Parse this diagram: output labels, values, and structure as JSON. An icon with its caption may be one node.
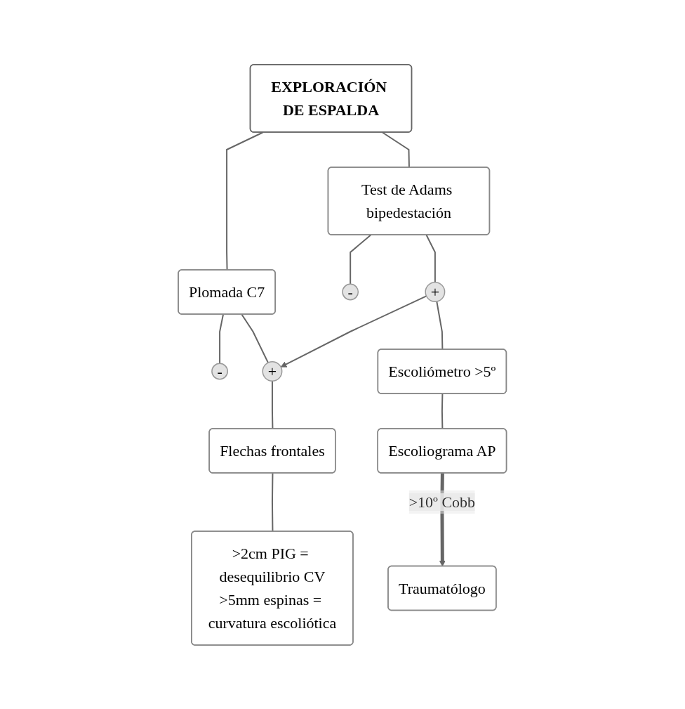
{
  "diagram": {
    "nodes": [
      {
        "text": [
          "EXPLORACIÓN DE ESPALDA"
        ]
      },
      {
        "text": [
          "Test de Adams bipedestación"
        ]
      },
      {
        "text": [
          "Plomada C7"
        ]
      },
      {
        "text": [
          "-"
        ]
      },
      {
        "text": [
          "+"
        ]
      },
      {
        "text": [
          "-"
        ]
      },
      {
        "text": [
          "+"
        ]
      },
      {
        "text": [
          "Escoliómetro >5º"
        ]
      },
      {
        "text": [
          "Escoliograma AP"
        ]
      },
      {
        "text": [
          "Traumatólogo"
        ]
      },
      {
        "text": [
          "Flechas frontales"
        ]
      },
      {
        "text": [
          ">2cm PIG = desequilibrio CV",
          ">5mm espinas = curvatura escoliótica"
        ]
      }
    ],
    "edges": [
      {
        "from": 0,
        "to": 1,
        "arrow": "none"
      },
      {
        "from": 0,
        "to": 2,
        "arrow": "none"
      },
      {
        "from": 1,
        "to": 3,
        "arrow": "none"
      },
      {
        "from": 1,
        "to": 4,
        "arrow": "none"
      },
      {
        "from": 2,
        "to": 5,
        "arrow": "none"
      },
      {
        "from": 2,
        "to": 6,
        "arrow": "none"
      },
      {
        "from": 4,
        "to": 6,
        "arrow": "to"
      },
      {
        "from": 4,
        "to": 7,
        "arrow": "none"
      },
      {
        "from": 7,
        "to": 8,
        "arrow": "none"
      },
      {
        "from": 8,
        "to": 9,
        "arrow": "to",
        "label": ">10º Cobb",
        "style": "thick"
      },
      {
        "from": 6,
        "to": 10,
        "arrow": "none"
      },
      {
        "from": 10,
        "to": 11,
        "arrow": "none"
      }
    ]
  }
}
